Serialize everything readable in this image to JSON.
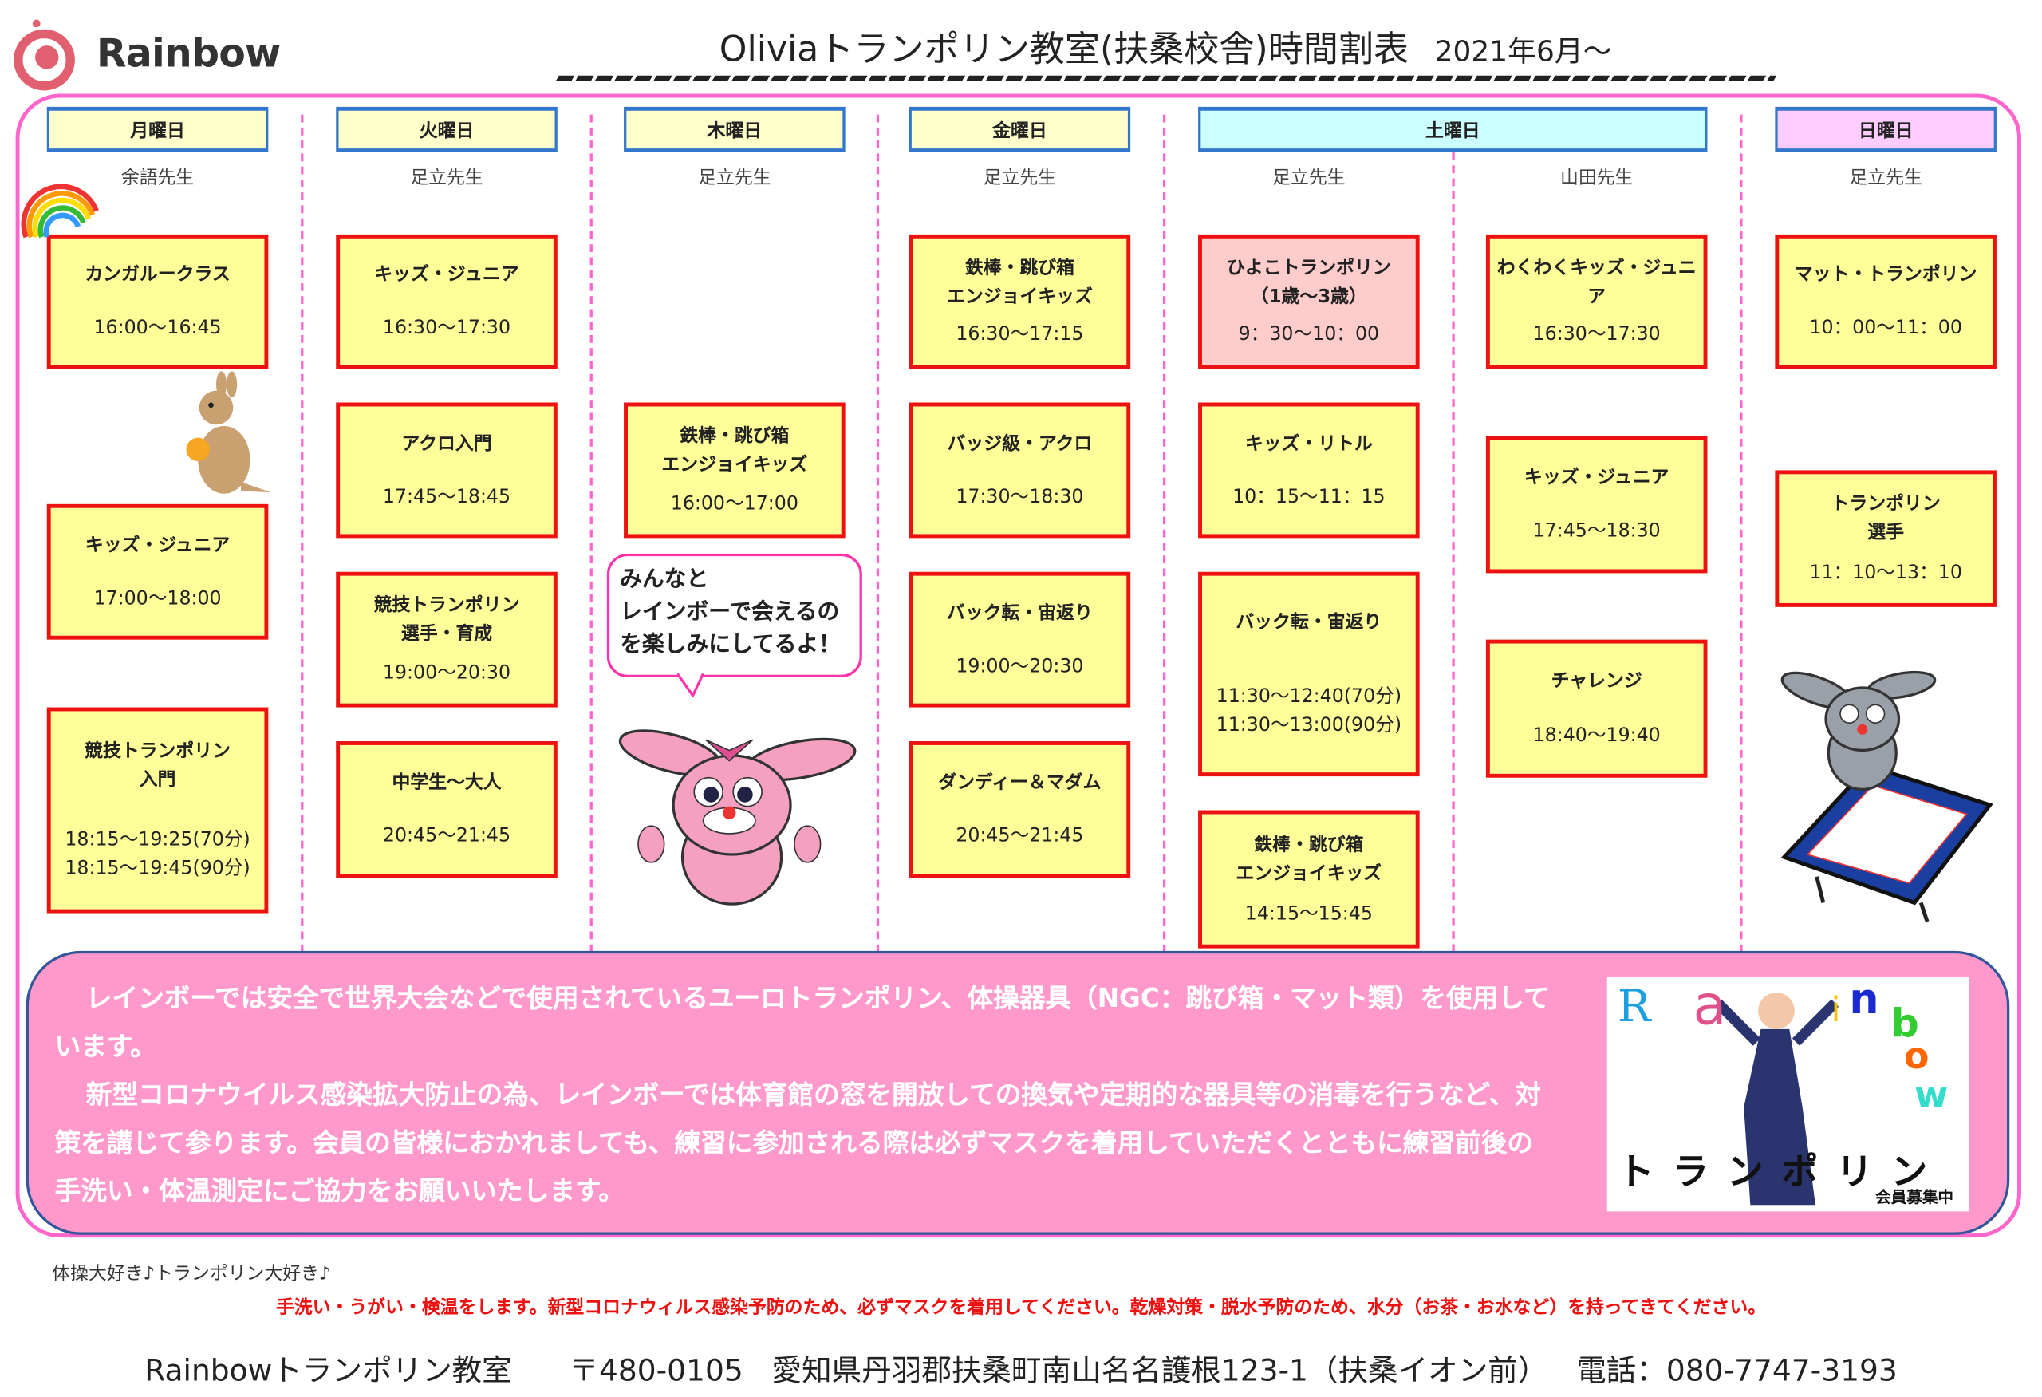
{
  "header": {
    "logo_text": "Rainbow",
    "title": "Oliviaトランポリン教室(扶桑校舎)時間割表",
    "date": "2021年6月～"
  },
  "colors": {
    "frame": "#ff66cc",
    "box_border": "#ee1111",
    "box_bg": "#ffff99",
    "weekday_header": "#ffffcc",
    "saturday_header": "#ccffff",
    "sunday_header": "#ffccff",
    "notice_bg": "#ff99cc"
  },
  "days": [
    {
      "label": "月曜日",
      "teachers": [
        "余語先生"
      ]
    },
    {
      "label": "火曜日",
      "teachers": [
        "足立先生"
      ]
    },
    {
      "label": "木曜日",
      "teachers": [
        "足立先生"
      ]
    },
    {
      "label": "金曜日",
      "teachers": [
        "足立先生"
      ]
    },
    {
      "label": "土曜日",
      "teachers": [
        "足立先生",
        "山田先生"
      ]
    },
    {
      "label": "日曜日",
      "teachers": [
        "足立先生"
      ]
    }
  ],
  "classes": {
    "mon": [
      {
        "name": "カンガルークラス",
        "time": "16:00〜16:45"
      },
      {
        "name": "キッズ・ジュニア",
        "time": "17:00〜18:00"
      },
      {
        "name": "競技トランポリン\n入門",
        "time": "18:15〜19:25(70分)\n18:15〜19:45(90分)"
      }
    ],
    "tue": [
      {
        "name": "キッズ・ジュニア",
        "time": "16:30〜17:30"
      },
      {
        "name": "アクロ入門",
        "time": "17:45〜18:45"
      },
      {
        "name": "競技トランポリン\n選手・育成",
        "time": "19:00〜20:30"
      },
      {
        "name": "中学生〜大人",
        "time": "20:45〜21:45"
      }
    ],
    "thu": [
      {
        "name": "鉄棒・跳び箱\nエンジョイキッズ",
        "time": "16:00〜17:00"
      }
    ],
    "fri": [
      {
        "name": "鉄棒・跳び箱\nエンジョイキッズ",
        "time": "16:30〜17:15"
      },
      {
        "name": "バッジ級・アクロ",
        "time": "17:30〜18:30"
      },
      {
        "name": "バック転・宙返り",
        "time": "19:00〜20:30"
      },
      {
        "name": "ダンディー＆マダム",
        "time": "20:45〜21:45"
      }
    ],
    "sat_a": [
      {
        "name": "ひよこトランポリン\n（1歳〜3歳）",
        "time": "9：30〜10：00"
      },
      {
        "name": "キッズ・リトル",
        "time": "10：15〜11：15"
      },
      {
        "name": "バック転・宙返り",
        "time": "11:30〜12:40(70分)\n11:30〜13:00(90分)"
      },
      {
        "name": "鉄棒・跳び箱\nエンジョイキッズ",
        "time": "14:15〜15:45"
      }
    ],
    "sat_b": [
      {
        "name": "わくわくキッズ・ジュニア",
        "time": "16:30〜17:30"
      },
      {
        "name": "キッズ・ジュニア",
        "time": "17:45〜18:30"
      },
      {
        "name": "チャレンジ",
        "time": "18:40〜19:40"
      }
    ],
    "sun": [
      {
        "name": "マット・トランポリン",
        "time": "10：00〜11：00"
      },
      {
        "name": "トランポリン\n選手",
        "time": "11：10〜13：10"
      }
    ]
  },
  "bubble": "みんなと\nレインボーで会えるの\nを楽しみにしてるよ！",
  "notice": {
    "p1": "レインボーでは安全で世界大会などで使用されているユーロトランポリン、体操器具（NGC：跳び箱・マット類）を使用しています。",
    "p2": "新型コロナウイルス感染拡大防止の為、レインボーでは体育館の窓を開放しての換気や定期的な器具等の消毒を行うなど、対策を講じて参ります。会員の皆様におかれましても、練習に参加される際は必ずマスクを着用していただくとともに練習前後の手洗い・体温測定にご協力をお願いいたします。"
  },
  "promo": {
    "letters": [
      "R",
      "a",
      "i",
      "n",
      "b",
      "o",
      "w"
    ],
    "title": "トランポリン",
    "sub": "会員募集中"
  },
  "footer": {
    "tagline": "体操大好き♪トランポリン大好き♪",
    "warning": "手洗い・うがい・検温をします。新型コロナウィルス感染予防のため、必ずマスクを着用してください。乾燥対策・脱水予防のため、水分（お茶・お水など）を持ってきてください。",
    "school": "Rainbowトランポリン教室",
    "postal": "〒480-0105",
    "address": "愛知県丹羽郡扶桑町南山名名護根123-1（扶桑イオン前）",
    "phone": "電話：080-7747-3193"
  }
}
